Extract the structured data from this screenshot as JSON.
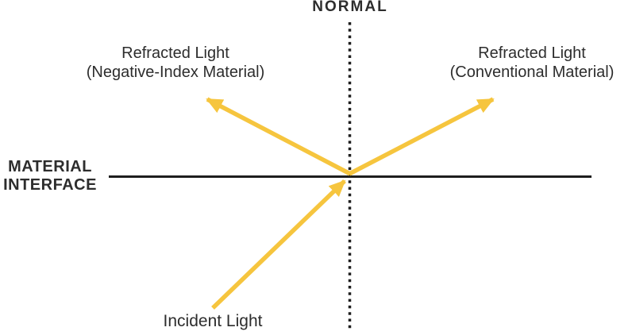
{
  "diagram": {
    "normal_label": "NORMAL",
    "material_interface": {
      "line1": "MATERIAL",
      "line2": "INTERFACE"
    },
    "refracted_negative": {
      "line1": "Refracted Light",
      "line2": "(Negative-Index Material)"
    },
    "refracted_conventional": {
      "line1": "Refracted Light",
      "line2": "(Conventional Material)"
    },
    "incident_label": "Incident Light"
  },
  "colors": {
    "ray_yellow": "#F6C53E",
    "line_black": "#1E1E1E",
    "label_text": "#2D2D2D",
    "background": "#FFFFFF"
  }
}
